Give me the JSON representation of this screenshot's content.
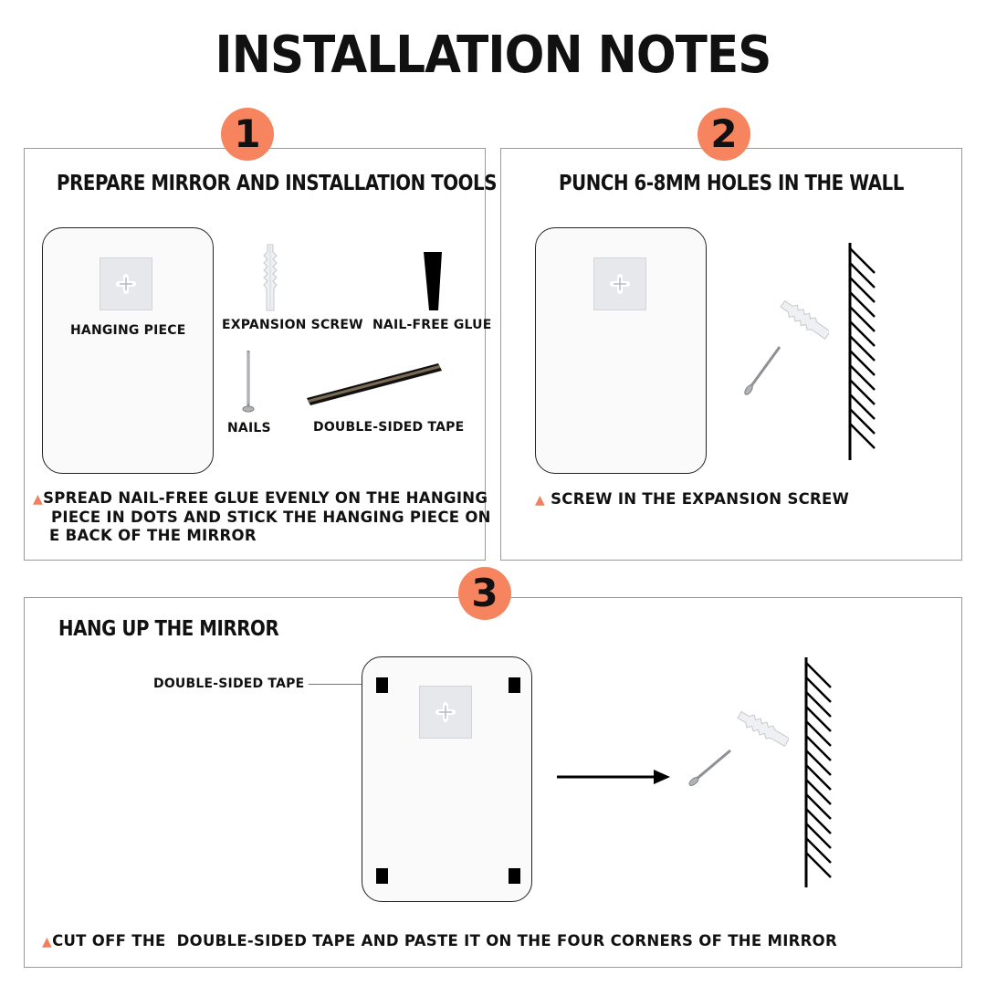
{
  "title": "INSTALLATION NOTES",
  "step1": {
    "number": "1",
    "heading": "PREPARE MIRROR AND INSTALLATION TOOLS",
    "labels": {
      "hanging_piece": "HANGING PIECE",
      "expansion_screw": "EXPANSION SCREW",
      "nail_free_glue": "NAIL-FREE GLUE",
      "nails": "NAILS",
      "double_sided_tape": "DOUBLE-SIDED TAPE"
    },
    "note_lines": [
      "SPREAD NAIL-FREE GLUE EVENLY ON THE HANGING",
      "PIECE IN DOTS AND STICK THE HANGING PIECE ON",
      "E BACK OF THE MIRROR"
    ]
  },
  "step2": {
    "number": "2",
    "heading": "PUNCH 6-8MM HOLES IN THE WALL",
    "note": "SCREW IN THE EXPANSION SCREW"
  },
  "step3": {
    "number": "3",
    "heading": "HANG UP THE MIRROR",
    "tape_label": "DOUBLE-SIDED TAPE",
    "note": "CUT OFF THE  DOUBLE-SIDED TAPE AND PASTE IT ON THE FOUR CORNERS OF THE MIRROR"
  },
  "colors": {
    "badge": "#f6845f",
    "triangle": "#f08060",
    "panel_border": "#9a9a9a"
  }
}
